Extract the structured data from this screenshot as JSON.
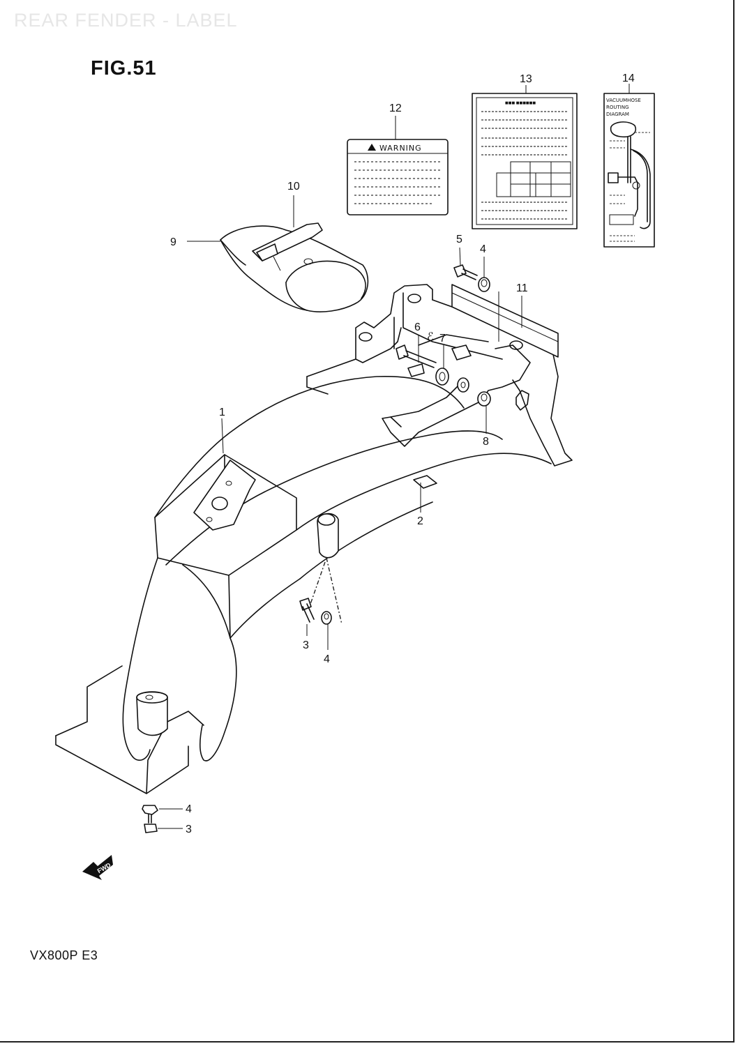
{
  "header": {
    "section_title": "REAR FENDER - LABEL",
    "figure_title": "FIG.51"
  },
  "footer": {
    "model_code": "VX800P  E3"
  },
  "callouts": [
    {
      "id": "c1",
      "text": "1"
    },
    {
      "id": "c2",
      "text": "2"
    },
    {
      "id": "c3a",
      "text": "3"
    },
    {
      "id": "c3b",
      "text": "3"
    },
    {
      "id": "c4a",
      "text": "4"
    },
    {
      "id": "c4b",
      "text": "4"
    },
    {
      "id": "c4c",
      "text": "4"
    },
    {
      "id": "c5",
      "text": "5"
    },
    {
      "id": "c6",
      "text": "6"
    },
    {
      "id": "c7",
      "text": "7"
    },
    {
      "id": "c8",
      "text": "8"
    },
    {
      "id": "c9",
      "text": "9"
    },
    {
      "id": "c10",
      "text": "10"
    },
    {
      "id": "c11",
      "text": "11"
    },
    {
      "id": "c12",
      "text": "12"
    },
    {
      "id": "c13",
      "text": "13"
    },
    {
      "id": "c14",
      "text": "14"
    }
  ],
  "labels": {
    "warning_label": "WARNING",
    "vacuum_hose_label": [
      "VACUUMHOSE",
      "ROUTING",
      "DIAGRAM"
    ]
  },
  "fwd_badge": "FWD",
  "colors": {
    "line": "#111111",
    "background": "#ffffff",
    "section_title": "#e6e6e6"
  }
}
